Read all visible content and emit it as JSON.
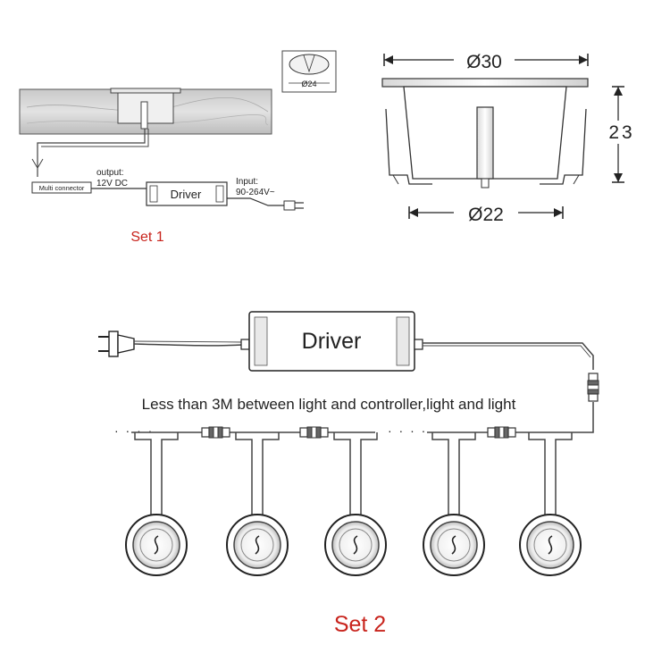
{
  "colors": {
    "accent_red": "#c8231c",
    "line": "#333333",
    "panel": "#d7d7d7"
  },
  "set1": {
    "hole_label": "Ø24",
    "output_label_1": "output:",
    "output_label_2": "12V DC",
    "input_label_1": "Input:",
    "input_label_2": "90-264V~",
    "driver_label": "Driver",
    "connector_label": "Multi connector",
    "title": "Set 1"
  },
  "dimensions": {
    "top_diameter": "Ø30",
    "bottom_diameter": "Ø22",
    "height": "23"
  },
  "set2": {
    "driver_label": "Driver",
    "note": "Less than 3M between light and controller,light and light",
    "dots_left": "· · · ·",
    "dots_mid": "· · · ·",
    "title": "Set 2"
  },
  "lights": [
    "light-1",
    "light-2",
    "light-3",
    "light-4",
    "light-5"
  ]
}
